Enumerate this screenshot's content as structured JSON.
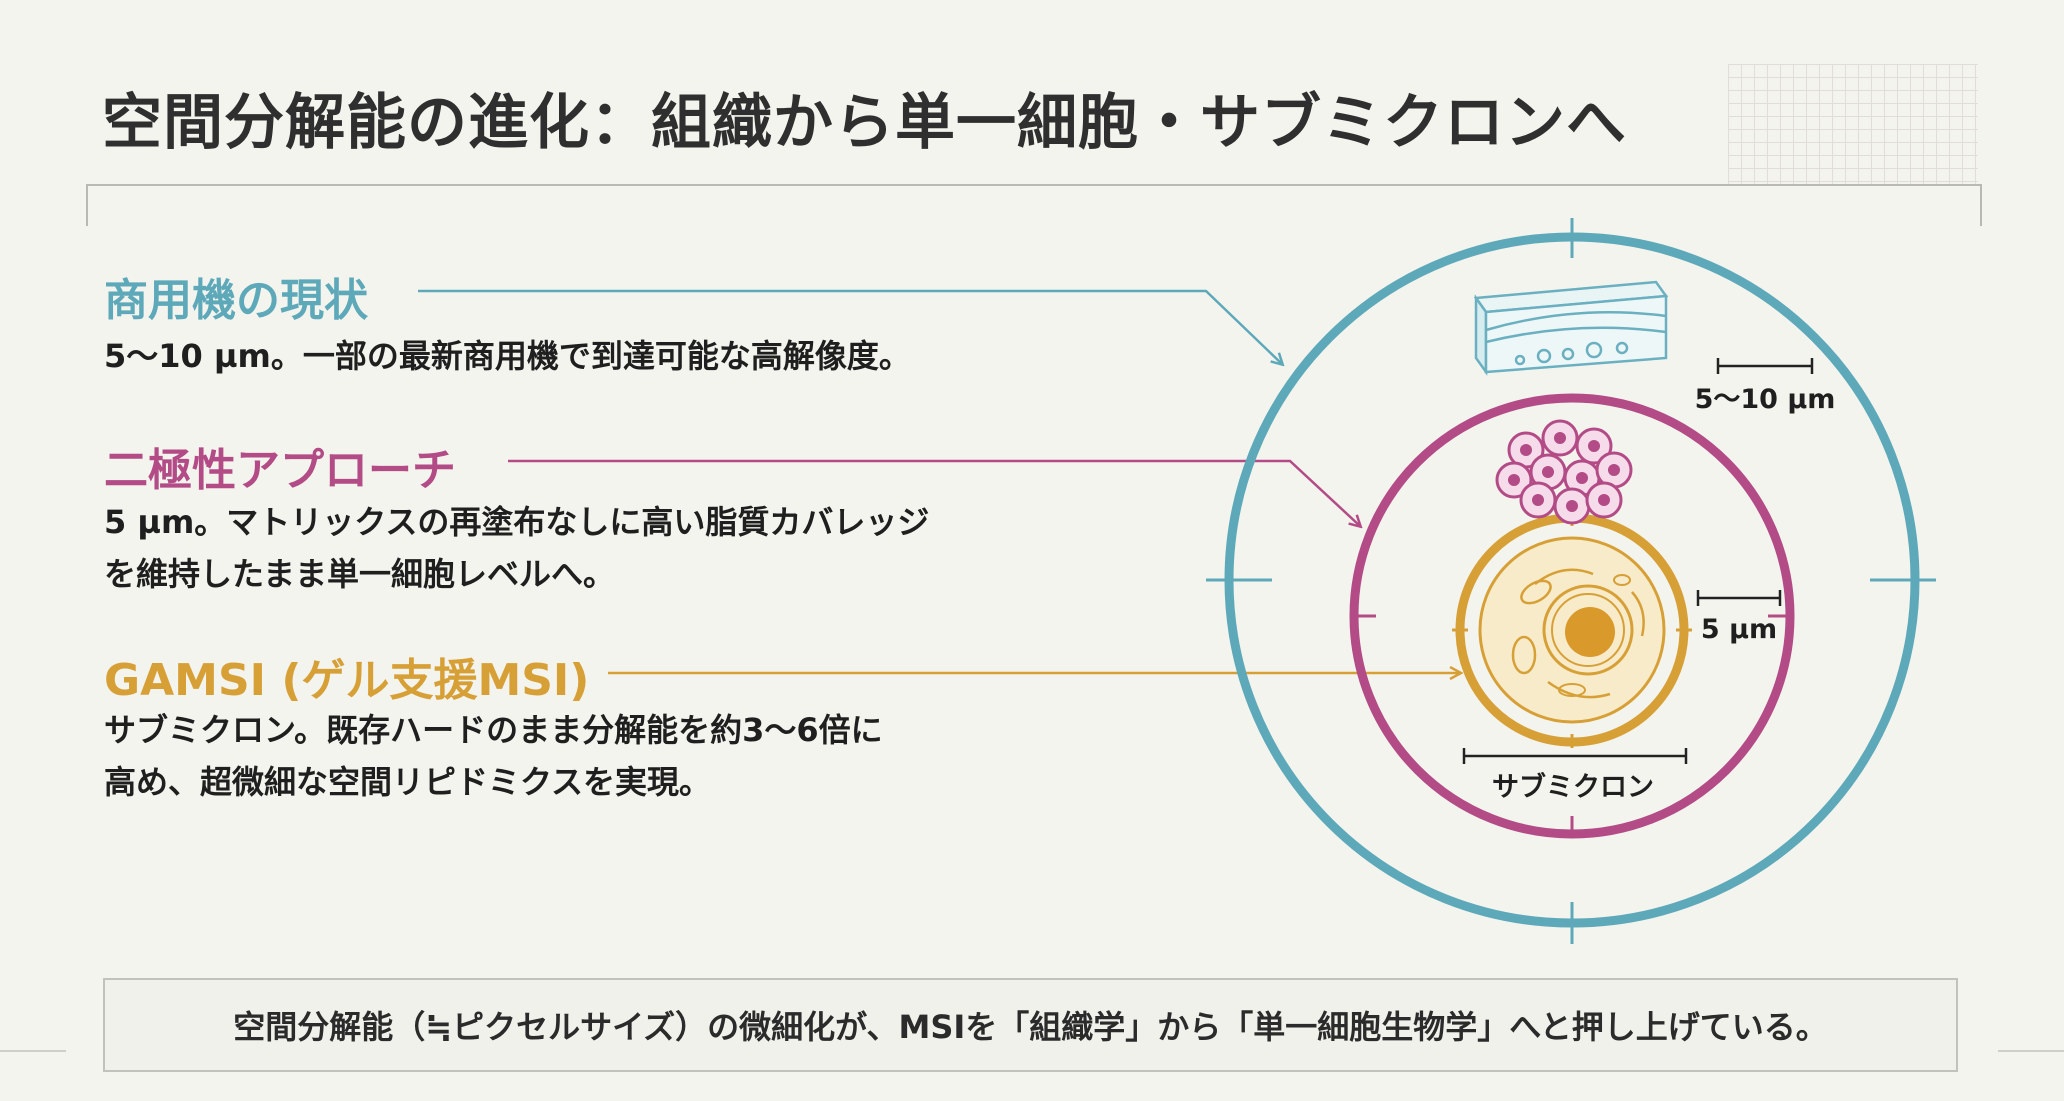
{
  "title": "空間分解能の進化：組織から単一細胞・サブミクロンへ",
  "sections": [
    {
      "heading": "商用機の現状",
      "desc_lines": [
        "5〜10 µm。一部の最新商用機で到達可能な高解像度。"
      ],
      "color": "#5ea9b9"
    },
    {
      "heading": "二極性アプローチ",
      "desc_lines": [
        "5 µm。マトリックスの再塗布なしに高い脂質カバレッジ",
        "を維持したまま単一細胞レベルへ。"
      ],
      "color": "#b24b86"
    },
    {
      "heading": "GAMSI (ゲル支援MSI)",
      "desc_lines": [
        "サブミクロン。既存ハードのまま分解能を約3〜6倍に",
        "高め、超微細な空間リピドミクスを実現。"
      ],
      "color": "#d7a037"
    }
  ],
  "diagram": {
    "scale_outer": "5〜10 µm",
    "scale_middle": "5 µm",
    "scale_inner": "サブミクロン"
  },
  "bottom_text": "空間分解能（≒ピクセルサイズ）の微細化が、MSIを「組織学」から「単一細胞生物学」へと押し上げている。"
}
